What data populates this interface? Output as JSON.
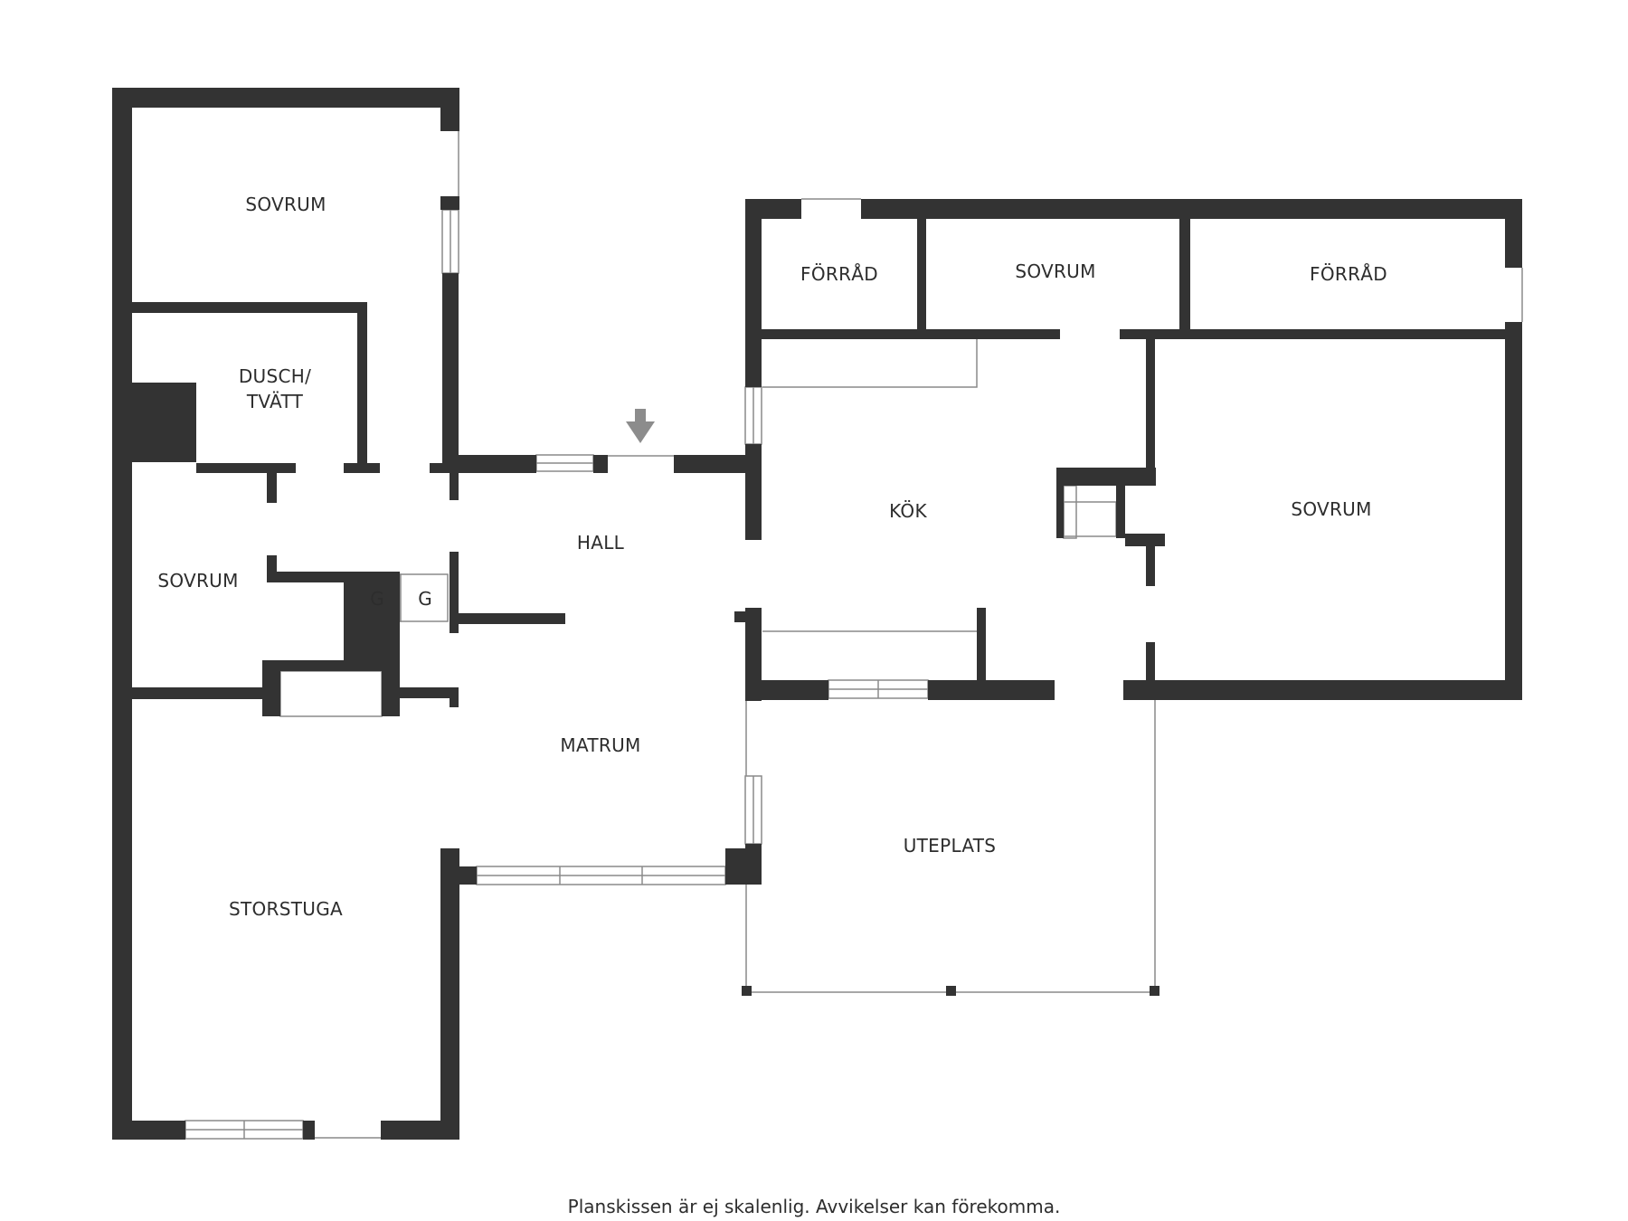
{
  "floorplan": {
    "wall_color": "#333333",
    "thin_line_color": "#8a8a8a",
    "entrance_arrow_color": "#8c8c8c",
    "rooms": [
      {
        "id": "sovrum-top-left",
        "label": "SOVRUM"
      },
      {
        "id": "dusch-tvatt",
        "label": "DUSCH/\nTVÄTT"
      },
      {
        "id": "sovrum-left",
        "label": "SOVRUM"
      },
      {
        "id": "hall",
        "label": "HALL"
      },
      {
        "id": "matrum",
        "label": "MATRUM"
      },
      {
        "id": "storstuga",
        "label": "STORSTUGA"
      },
      {
        "id": "forrad-left",
        "label": "FÖRRÅD"
      },
      {
        "id": "sovrum-top-middle",
        "label": "SOVRUM"
      },
      {
        "id": "forrad-right",
        "label": "FÖRRÅD"
      },
      {
        "id": "kok",
        "label": "KÖK"
      },
      {
        "id": "sovrum-right",
        "label": "SOVRUM"
      },
      {
        "id": "uteplats",
        "label": "UTEPLATS"
      }
    ],
    "wardrobe_labels": [
      "G",
      "G"
    ],
    "entrance_icon": "down-arrow-icon"
  },
  "footer": {
    "disclaimer": "Planskissen är ej skalenlig. Avvikelser kan förekomma."
  }
}
